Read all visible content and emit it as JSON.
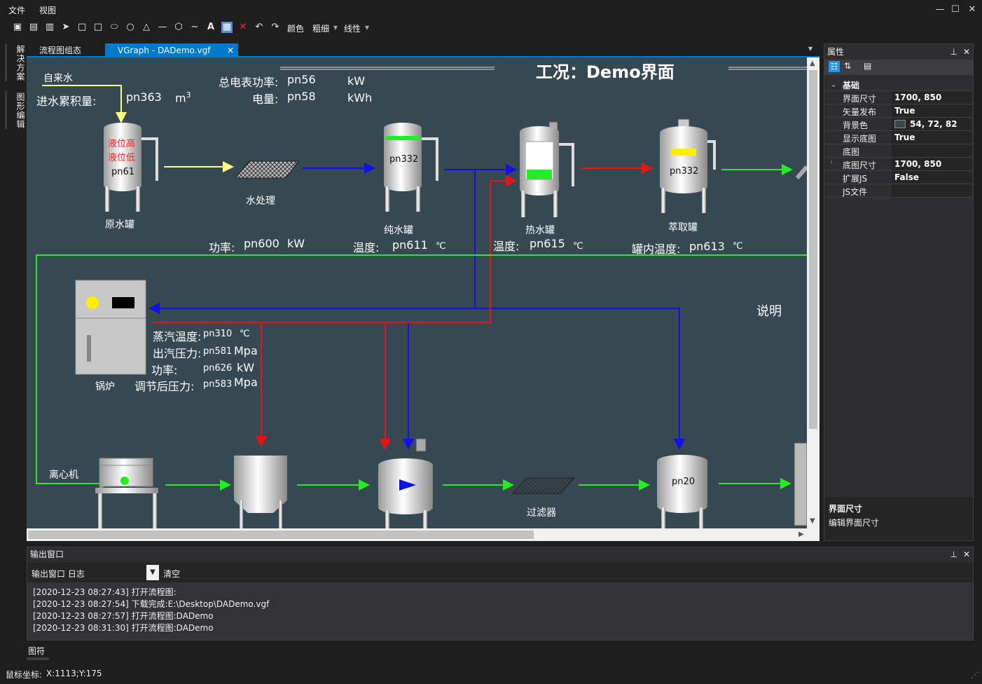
{
  "menu": {
    "file": "文件",
    "view": "视图"
  },
  "window_controls": {
    "minimize": "—",
    "maximize": "☐",
    "close": "✕"
  },
  "toolbar": {
    "color_label": "颜色",
    "weight_label": "粗细",
    "linetype_label": "线性"
  },
  "left_dock": {
    "solution": "解决方案",
    "graphic_edit": "图形编辑"
  },
  "doc_tabs": {
    "tab1": "流程图组态",
    "tab2": "VGraph - DADemo.vgf",
    "close": "✕"
  },
  "canvas": {
    "bg_color": "#364852",
    "title": "工况：Demo界面",
    "tap_water": "自来水",
    "inflow_label": "进水累积量:",
    "inflow_value": "pn363",
    "inflow_unit": "m",
    "inflow_unit_sup": "3",
    "total_power_label": "总电表功率:",
    "total_power_value": "pn56",
    "total_power_unit": "kW",
    "energy_label": "电量:",
    "energy_value": "pn58",
    "energy_unit": "kWh",
    "raw_tank": {
      "level_high": "液位高",
      "level_low": "液位低",
      "value": "pn61",
      "name": "原水罐"
    },
    "water_treatment": "水处理",
    "pure_tank": {
      "value": "pn332",
      "name": "纯水罐",
      "temp_label": "温度:",
      "temp_value": "pn611",
      "temp_unit": "℃"
    },
    "power_row": {
      "label": "功率:",
      "value": "pn600",
      "unit": "kW"
    },
    "hot_tank": {
      "name": "热水罐",
      "temp_label": "温度:",
      "temp_value": "pn615",
      "temp_unit": "℃"
    },
    "extract_tank": {
      "value": "pn332",
      "name": "萃取罐",
      "temp_label": "罐内温度:",
      "temp_value": "pn613",
      "temp_unit": "℃"
    },
    "description": "说明",
    "boiler": {
      "name": "锅炉",
      "steam_temp_label": "蒸汽温度:",
      "steam_temp_value": "pn310",
      "steam_temp_unit": "℃",
      "steam_press_label": "出汽压力:",
      "steam_press_value": "pn581",
      "steam_press_unit": "Mpa",
      "power_label": "功率:",
      "power_value": "pn626",
      "power_unit": "kW",
      "adj_press_label": "调节后压力:",
      "adj_press_value": "pn583",
      "adj_press_unit": "Mpa"
    },
    "centrifuge": "离心机",
    "filter": "过滤器",
    "tank_pn20": "pn20"
  },
  "properties": {
    "title": "属性",
    "category": "基础",
    "rows": [
      {
        "name": "界面尺寸",
        "value": "1700, 850"
      },
      {
        "name": "矢量发布",
        "value": "True"
      },
      {
        "name": "背景色",
        "value": "54, 72, 82",
        "swatch": "#364852"
      },
      {
        "name": "显示底图",
        "value": "True"
      },
      {
        "name": "底图",
        "value": ""
      },
      {
        "name": "底图尺寸",
        "value": "1700, 850"
      },
      {
        "name": "扩展JS",
        "value": "False"
      },
      {
        "name": "JS文件",
        "value": ""
      }
    ],
    "desc_title": "界面尺寸",
    "desc_text": "编辑界面尺寸"
  },
  "output": {
    "title": "输出窗口",
    "channel": "输出窗口  日志",
    "clear": "清空",
    "logs": [
      "[2020-12-23 08:27:43] 打开流程图:",
      "[2020-12-23 08:27:54] 下载完成:E:\\Desktop\\DADemo.vgf",
      "[2020-12-23 08:27:57] 打开流程图:DADemo",
      "[2020-12-23 08:31:30] 打开流程图:DADemo"
    ]
  },
  "symbols_tab": "图符",
  "status": {
    "label": "鼠标坐标:",
    "value": "X:1113;Y:175"
  },
  "colors": {
    "accent": "#007acc",
    "pipe_green": "#22ee22",
    "pipe_red": "#ee1111",
    "pipe_blue": "#1010ee",
    "pipe_yellow": "#ffff88"
  }
}
